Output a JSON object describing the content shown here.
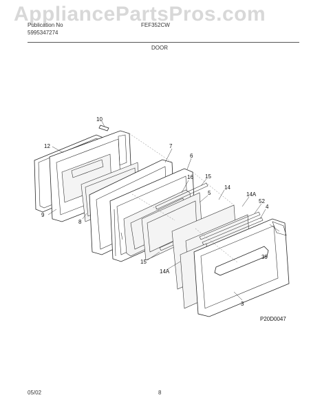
{
  "watermark": "AppliancePartsPros.com",
  "header": {
    "left_line1": "Publication No",
    "left_line2": "5995347274",
    "right_line1": "FEF352CW",
    "section": "DOOR"
  },
  "callouts": [
    "10",
    "12",
    "7",
    "6",
    "16",
    "15",
    "14",
    "14A",
    "5",
    "52",
    "4",
    "39",
    "9",
    "8",
    "15",
    "14A",
    "3"
  ],
  "figure_code": "P20D0047",
  "footer": {
    "date": "05/02",
    "page": "8"
  }
}
